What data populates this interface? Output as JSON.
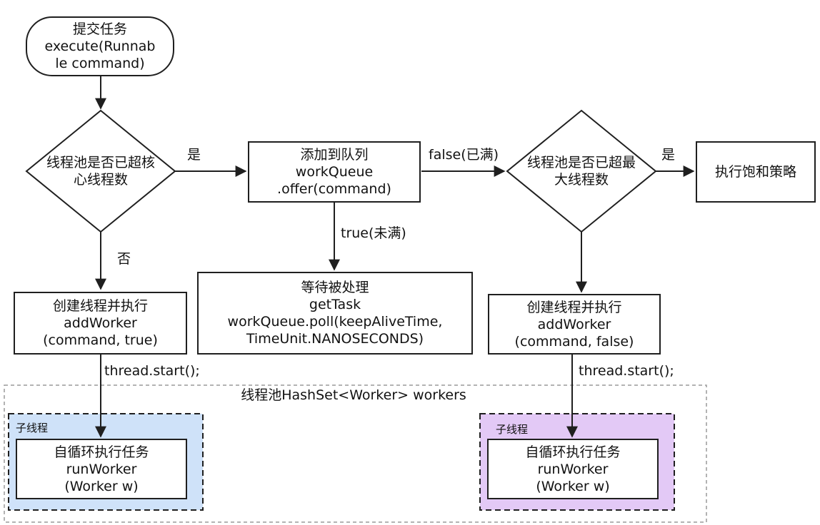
{
  "start": {
    "line1": "提交任务",
    "line2": "execute(Runnab",
    "line3": "le command)"
  },
  "decision_core": {
    "line1": "线程池是否已超核",
    "line2": "心线程数"
  },
  "add_queue": {
    "line1": "添加到队列",
    "line2": "workQueue",
    "line3": ".offer(command)"
  },
  "decision_max": {
    "line1": "线程池是否已超最",
    "line2": "大线程数"
  },
  "reject": {
    "line1": "执行饱和策略"
  },
  "create_core": {
    "line1": "创建线程并执行",
    "line2": "addWorker",
    "line3": "(command, true)"
  },
  "wait": {
    "line1": "等待被处理",
    "line2": "getTask",
    "line3": "workQueue.poll(keepAliveTime,",
    "line4": "TimeUnit.NANOSECONDS)"
  },
  "create_max": {
    "line1": "创建线程并执行",
    "line2": "addWorker",
    "line3": "(command, false)"
  },
  "edges": {
    "yes_1": "是",
    "no_1": "否",
    "false_full": "false(已满)",
    "true_not_full": "true(未满)",
    "yes_2": "是",
    "thread_start_1": "thread.start();",
    "thread_start_2": "thread.start();"
  },
  "pool": {
    "title": "线程池HashSet<Worker> workers"
  },
  "worker_left": {
    "tag": "子线程",
    "line1": "自循环执行任务",
    "line2": "runWorker",
    "line3": "(Worker w)"
  },
  "worker_right": {
    "tag": "子线程",
    "line1": "自循环执行任务",
    "line2": "runWorker",
    "line3": "(Worker w)"
  },
  "colors": {
    "left_worker_fill": "#cfe2f9",
    "right_worker_fill": "#e3c9f6",
    "stroke": "#1f1f1f",
    "pool_border": "#9a9a9a"
  }
}
